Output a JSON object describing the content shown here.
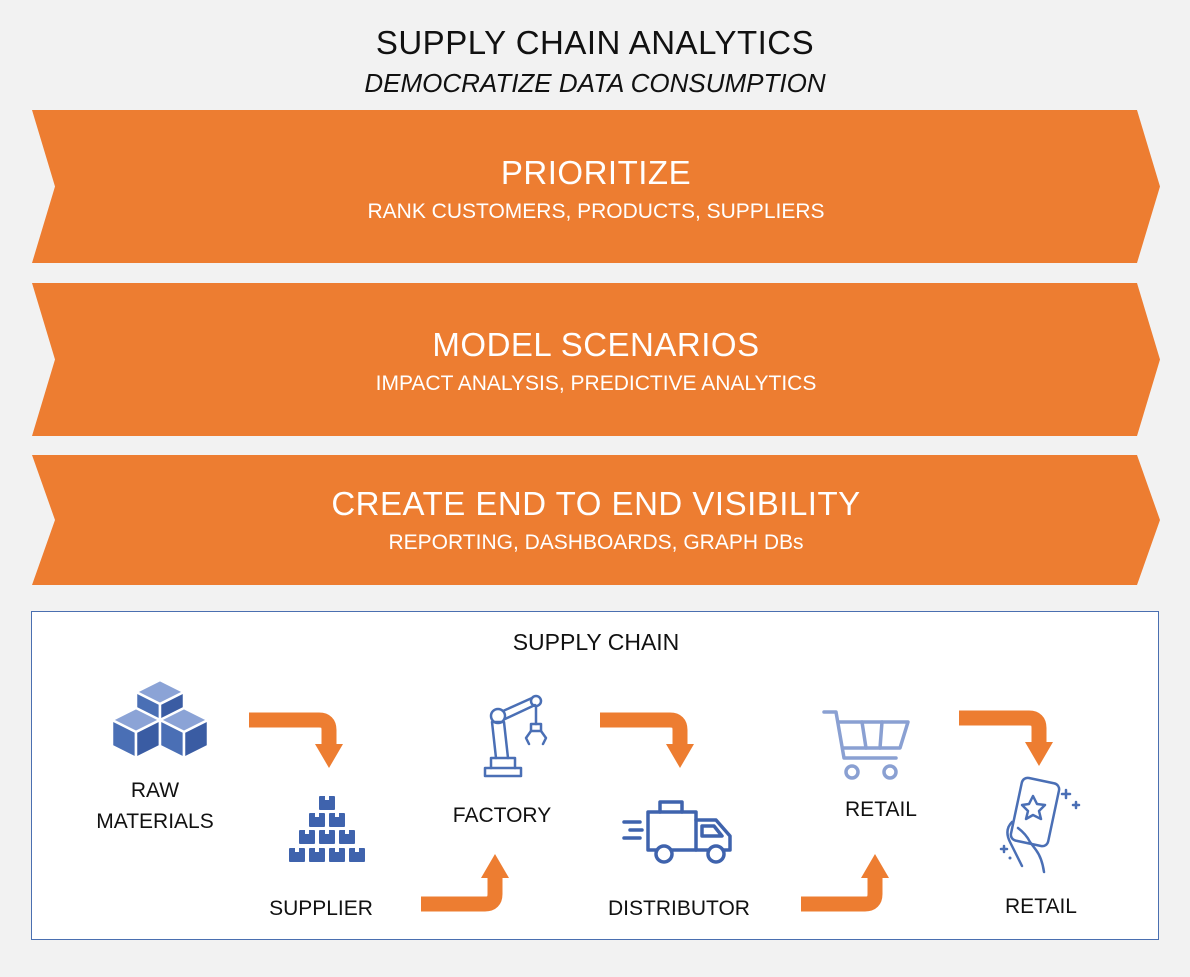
{
  "header": {
    "title": "SUPPLY CHAIN ANALYTICS",
    "subtitle": "DEMOCRATIZE DATA CONSUMPTION"
  },
  "bands": [
    {
      "heading": "PRIORITIZE",
      "sub": "RANK CUSTOMERS, PRODUCTS, SUPPLIERS"
    },
    {
      "heading": "MODEL SCENARIOS",
      "sub": "IMPACT ANALYSIS, PREDICTIVE ANALYTICS"
    },
    {
      "heading": "CREATE END TO END VISIBILITY",
      "sub": "REPORTING, DASHBOARDS, GRAPH DBs"
    }
  ],
  "chain": {
    "title": "SUPPLY CHAIN",
    "stages": [
      {
        "label": "RAW\nMATERIALS",
        "icon": "cubes-icon"
      },
      {
        "label": "SUPPLIER",
        "icon": "boxes-pyramid-icon"
      },
      {
        "label": "FACTORY",
        "icon": "robot-arm-icon"
      },
      {
        "label": "DISTRIBUTOR",
        "icon": "delivery-truck-icon"
      },
      {
        "label": "RETAIL",
        "icon": "shopping-cart-icon"
      },
      {
        "label": "RETAIL",
        "icon": "mobile-phone-icon"
      }
    ]
  },
  "colors": {
    "band": "#ed7d31",
    "icon_blue": "#4a6fb5",
    "arrow": "#ed7d31",
    "box_border": "#4a6fb0"
  }
}
